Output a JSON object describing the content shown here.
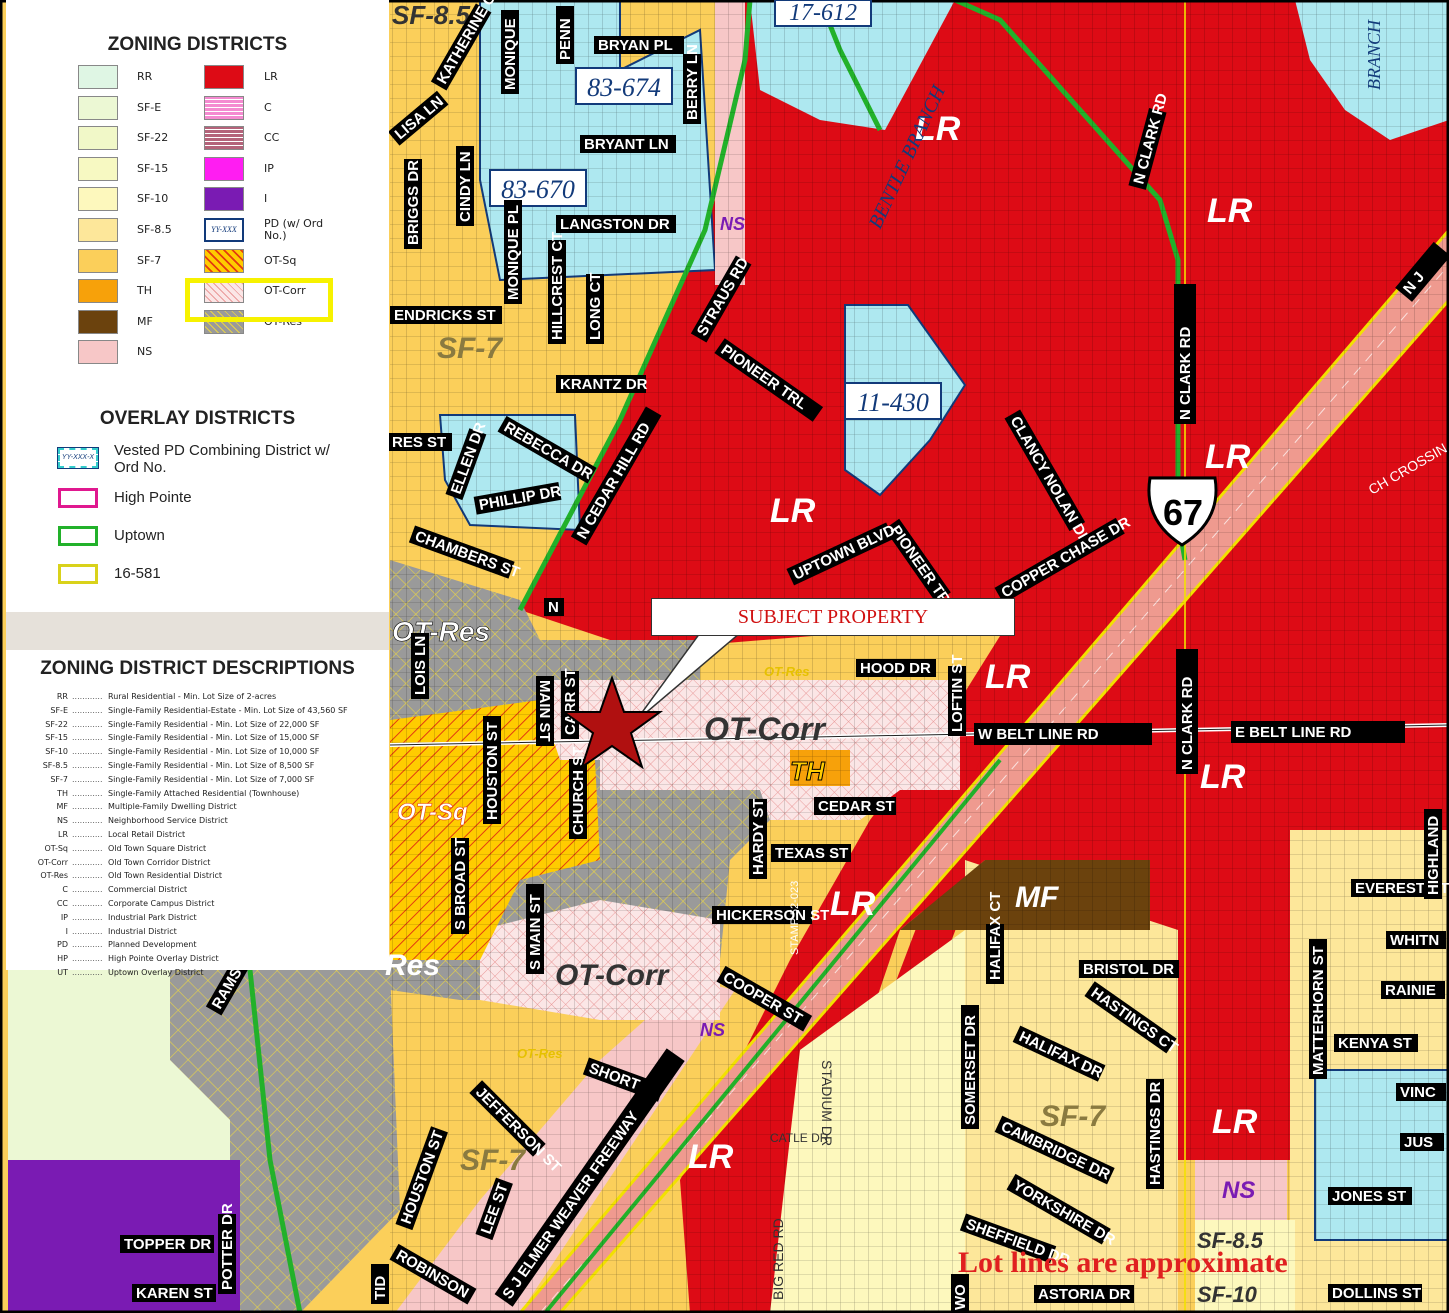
{
  "legend": {
    "zoning_title": "ZONING DISTRICTS",
    "zoning_left": [
      {
        "code": "RR",
        "color": "#dff6e4"
      },
      {
        "code": "SF-E",
        "color": "#ecf8d4"
      },
      {
        "code": "SF-22",
        "color": "#f1f8c8"
      },
      {
        "code": "SF-15",
        "color": "#f7f9c2"
      },
      {
        "code": "SF-10",
        "color": "#fdf8bd"
      },
      {
        "code": "SF-8.5",
        "color": "#fde79a"
      },
      {
        "code": "SF-7",
        "color": "#fbcf5a"
      },
      {
        "code": "TH",
        "color": "#f7a10a"
      },
      {
        "code": "MF",
        "color": "#6b420d"
      },
      {
        "code": "NS",
        "color": "#f7c7c7"
      }
    ],
    "zoning_right": [
      {
        "code": "LR",
        "color": "#dd0b15"
      },
      {
        "code": "C",
        "color": "#f48ad0"
      },
      {
        "code": "CC",
        "color": "#b4637a"
      },
      {
        "code": "IP",
        "color": "#ff1df2"
      },
      {
        "code": "I",
        "color": "#7a1bb3"
      },
      {
        "code": "PD (w/ Ord No.)",
        "swatch_text": "YY-XXX",
        "color": "#ffffff"
      },
      {
        "code": "OT-Sq",
        "color": "#ffcc00"
      },
      {
        "code": "OT-Corr",
        "color": "#fbe6e6"
      },
      {
        "code": "OT-Res",
        "color": "#9a9a9a"
      }
    ],
    "overlay_title": "OVERLAY DISTRICTS",
    "overlays": [
      {
        "label": "Vested PD Combining District w/ Ord No.",
        "swatch_text": "YY-XXX-X",
        "color": "#33cccc"
      },
      {
        "label": "High Pointe",
        "color": "#e0188f"
      },
      {
        "label": "Uptown",
        "color": "#22b12a"
      },
      {
        "label": "16-581",
        "color": "#d9d21a"
      }
    ]
  },
  "descriptions": {
    "title": "ZONING DISTRICT DESCRIPTIONS",
    "dots": "............",
    "rows": [
      {
        "code": "RR",
        "text": "Rural Residential - Min. Lot Size of 2-acres"
      },
      {
        "code": "SF-E",
        "text": "Single-Family Residential-Estate - Min. Lot Size of 43,560 SF"
      },
      {
        "code": "SF-22",
        "text": "Single-Family Residential - Min. Lot Size of 22,000 SF"
      },
      {
        "code": "SF-15",
        "text": "Single-Family Residential - Min. Lot Size of 15,000 SF"
      },
      {
        "code": "SF-10",
        "text": "Single-Family Residential - Min. Lot Size of 10,000 SF"
      },
      {
        "code": "SF-8.5",
        "text": "Single-Family Residential - Min. Lot Size of 8,500 SF"
      },
      {
        "code": "SF-7",
        "text": "Single-Family Residential - Min. Lot Size of 7,000 SF"
      },
      {
        "code": "TH",
        "text": "Single-Family Attached Residential (Townhouse)"
      },
      {
        "code": "MF",
        "text": "Multiple-Family Dwelling District"
      },
      {
        "code": "NS",
        "text": "Neighborhood Service District"
      },
      {
        "code": "LR",
        "text": "Local Retail District"
      },
      {
        "code": "OT-Sq",
        "text": "Old Town Square District"
      },
      {
        "code": "OT-Corr",
        "text": "Old Town Corridor District"
      },
      {
        "code": "OT-Res",
        "text": "Old Town Residential District"
      },
      {
        "code": "C",
        "text": "Commercial District"
      },
      {
        "code": "CC",
        "text": "Corporate Campus District"
      },
      {
        "code": "IP",
        "text": "Industrial Park District"
      },
      {
        "code": "I",
        "text": "Industrial District"
      },
      {
        "code": "PD",
        "text": "Planned Development"
      },
      {
        "code": "HP",
        "text": "High Pointe Overlay District"
      },
      {
        "code": "UT",
        "text": "Uptown Overlay District"
      }
    ]
  },
  "map": {
    "subject_property_label": "SUBJECT PROPERTY",
    "lot_lines_note": "Lot lines are approximate",
    "highway_shield": "67",
    "pd_ordinances": [
      "83-674",
      "83-670",
      "11-430",
      "17-612"
    ],
    "zone_labels": {
      "lr": "LR",
      "ot_res": "OT-Res",
      "ot_corr": "OT-Corr",
      "ot_sq": "OT-Sq",
      "th": "TH",
      "mf": "MF",
      "ns": "NS",
      "sf7": "SF-7",
      "sf85": "SF-8.5",
      "sf10": "SF-10",
      "sf85_top": "SF-8.5",
      "res_partial": "Res"
    },
    "streets": {
      "bryan_pl": "BRYAN PL",
      "bryant_ln": "BRYANT LN",
      "langston_dr": "LANGSTON DR",
      "katherine_ct": "KATHERINE CT",
      "monique": "MONIQUE",
      "penn": "PENN",
      "berry_ln": "BERRY LN",
      "lisa_ln": "LISA LN",
      "briggs_dr": "BRIGGS DR",
      "cindy_ln": "CINDY LN",
      "monique_pl": "MONIQUE PL",
      "hillcrest_ct": "HILLCREST CT",
      "long_ct": "LONG CT",
      "hendricks_st": "ENDRICKS ST",
      "straus_rd": "STRAUS RD",
      "krantz_dr": "KRANTZ DR",
      "pioneer_trl": "PIONEER TRL",
      "pioneer_trl_2": "PIONEER TRL",
      "crest_st": "RES ST",
      "rebecca_dr": "REBECCA DR",
      "ellen_dr": "ELLEN DR",
      "phillip_dr": "PHILLIP DR",
      "n_cedar_hill_rd": "N CEDAR HILL RD",
      "chambers_st": "CHAMBERS ST",
      "uptown_blvd": "UPTOWN BLVD",
      "clancy_nolan_dr": "CLANCY NOLAN DR",
      "copper_chase_dr": "COPPER CHASE DR",
      "n_clark_rd": "N CLARK RD",
      "n_clark_rd_2": "N CLARK RD",
      "n_clark_rd_3": "N CLARK RD",
      "bentle_branch": "BENTLE BRANCH",
      "branch": "BRANCH",
      "nj": "N J",
      "ch_crossing": "CH CROSSIN",
      "n_main": "N",
      "main_st": "MAIN ST",
      "lois_ln": "LOIS LN",
      "carr_st": "CARR ST",
      "hood_dr": "HOOD DR",
      "loftin_st": "LOFTIN ST",
      "w_belt_line_rd": "W BELT LINE RD",
      "e_belt_line_rd": "E BELT LINE RD",
      "houston_st": "HOUSTON ST",
      "church_st": "CHURCH ST",
      "cedar_st": "CEDAR ST",
      "hardy_st": "HARDY ST",
      "texas_st": "TEXAS ST",
      "s_broad_st": "S BROAD ST",
      "s_main_st": "S MAIN ST",
      "hickerson_st": "HICKERSON ST",
      "cooper_st": "COOPER ST",
      "short_st": "SHORT ST",
      "jefferson_st": "JEFFERSON ST",
      "houston_st_2": "HOUSTON ST",
      "lee_st": "LEE ST",
      "robinson": "ROBINSON",
      "sj_elmer": "S J ELMER WEAVER FREEWAY",
      "stadium_dr": "STADIUM DR",
      "stamp_rd": "STAMP 52-023",
      "big_red_rd": "BIG RED RD",
      "catle_dr": "CATLE DR",
      "somerset_dr": "SOMERSET DR",
      "halifax_ct": "HALIFAX CT",
      "halifax_dr": "HALIFAX DR",
      "bristol_dr": "BRISTOL DR",
      "hastings_ct": "HASTINGS CT",
      "hastings_dr": "HASTINGS DR",
      "cambridge_dr": "CAMBRIDGE DR",
      "yorkshire_dr": "YORKSHIRE DR",
      "sheffield_dr": "SHEFFIELD DR",
      "astoria_dr": "ASTORIA DR",
      "everest_ct": "EVEREST CT",
      "whitn": "WHITN",
      "rainie": "RAINIE",
      "kenya_st": "KENYA ST",
      "matterhorn_st": "MATTERHORN ST",
      "highland": "HIGHLAND",
      "vinc": "VINC",
      "jus": "JUS",
      "jones_st": "JONES ST",
      "dollins_st": "DOLLINS ST",
      "topper_dr": "TOPPER DR",
      "karen_st": "KAREN ST",
      "potter_dr": "POTTER DR",
      "rams": "RAMS",
      "tid": "TID",
      "wo": "WO"
    }
  },
  "colors": {
    "lr": "#dd0b15",
    "sf7": "#fbcf5a",
    "sf85": "#fde79a",
    "sf10": "#fdf8bd",
    "pd_light": "#aee8f0",
    "ot_res": "#9a9a9a",
    "ot_corr": "#fbe6e6",
    "ot_sq": "#ffcc00",
    "mf": "#6b420d",
    "ns": "#f7c7c7",
    "industrial": "#7a1bb3",
    "uptown": "#22b12a",
    "highlight": "#f7f200",
    "star": "#b01010",
    "highway": "#ef9a8f"
  }
}
